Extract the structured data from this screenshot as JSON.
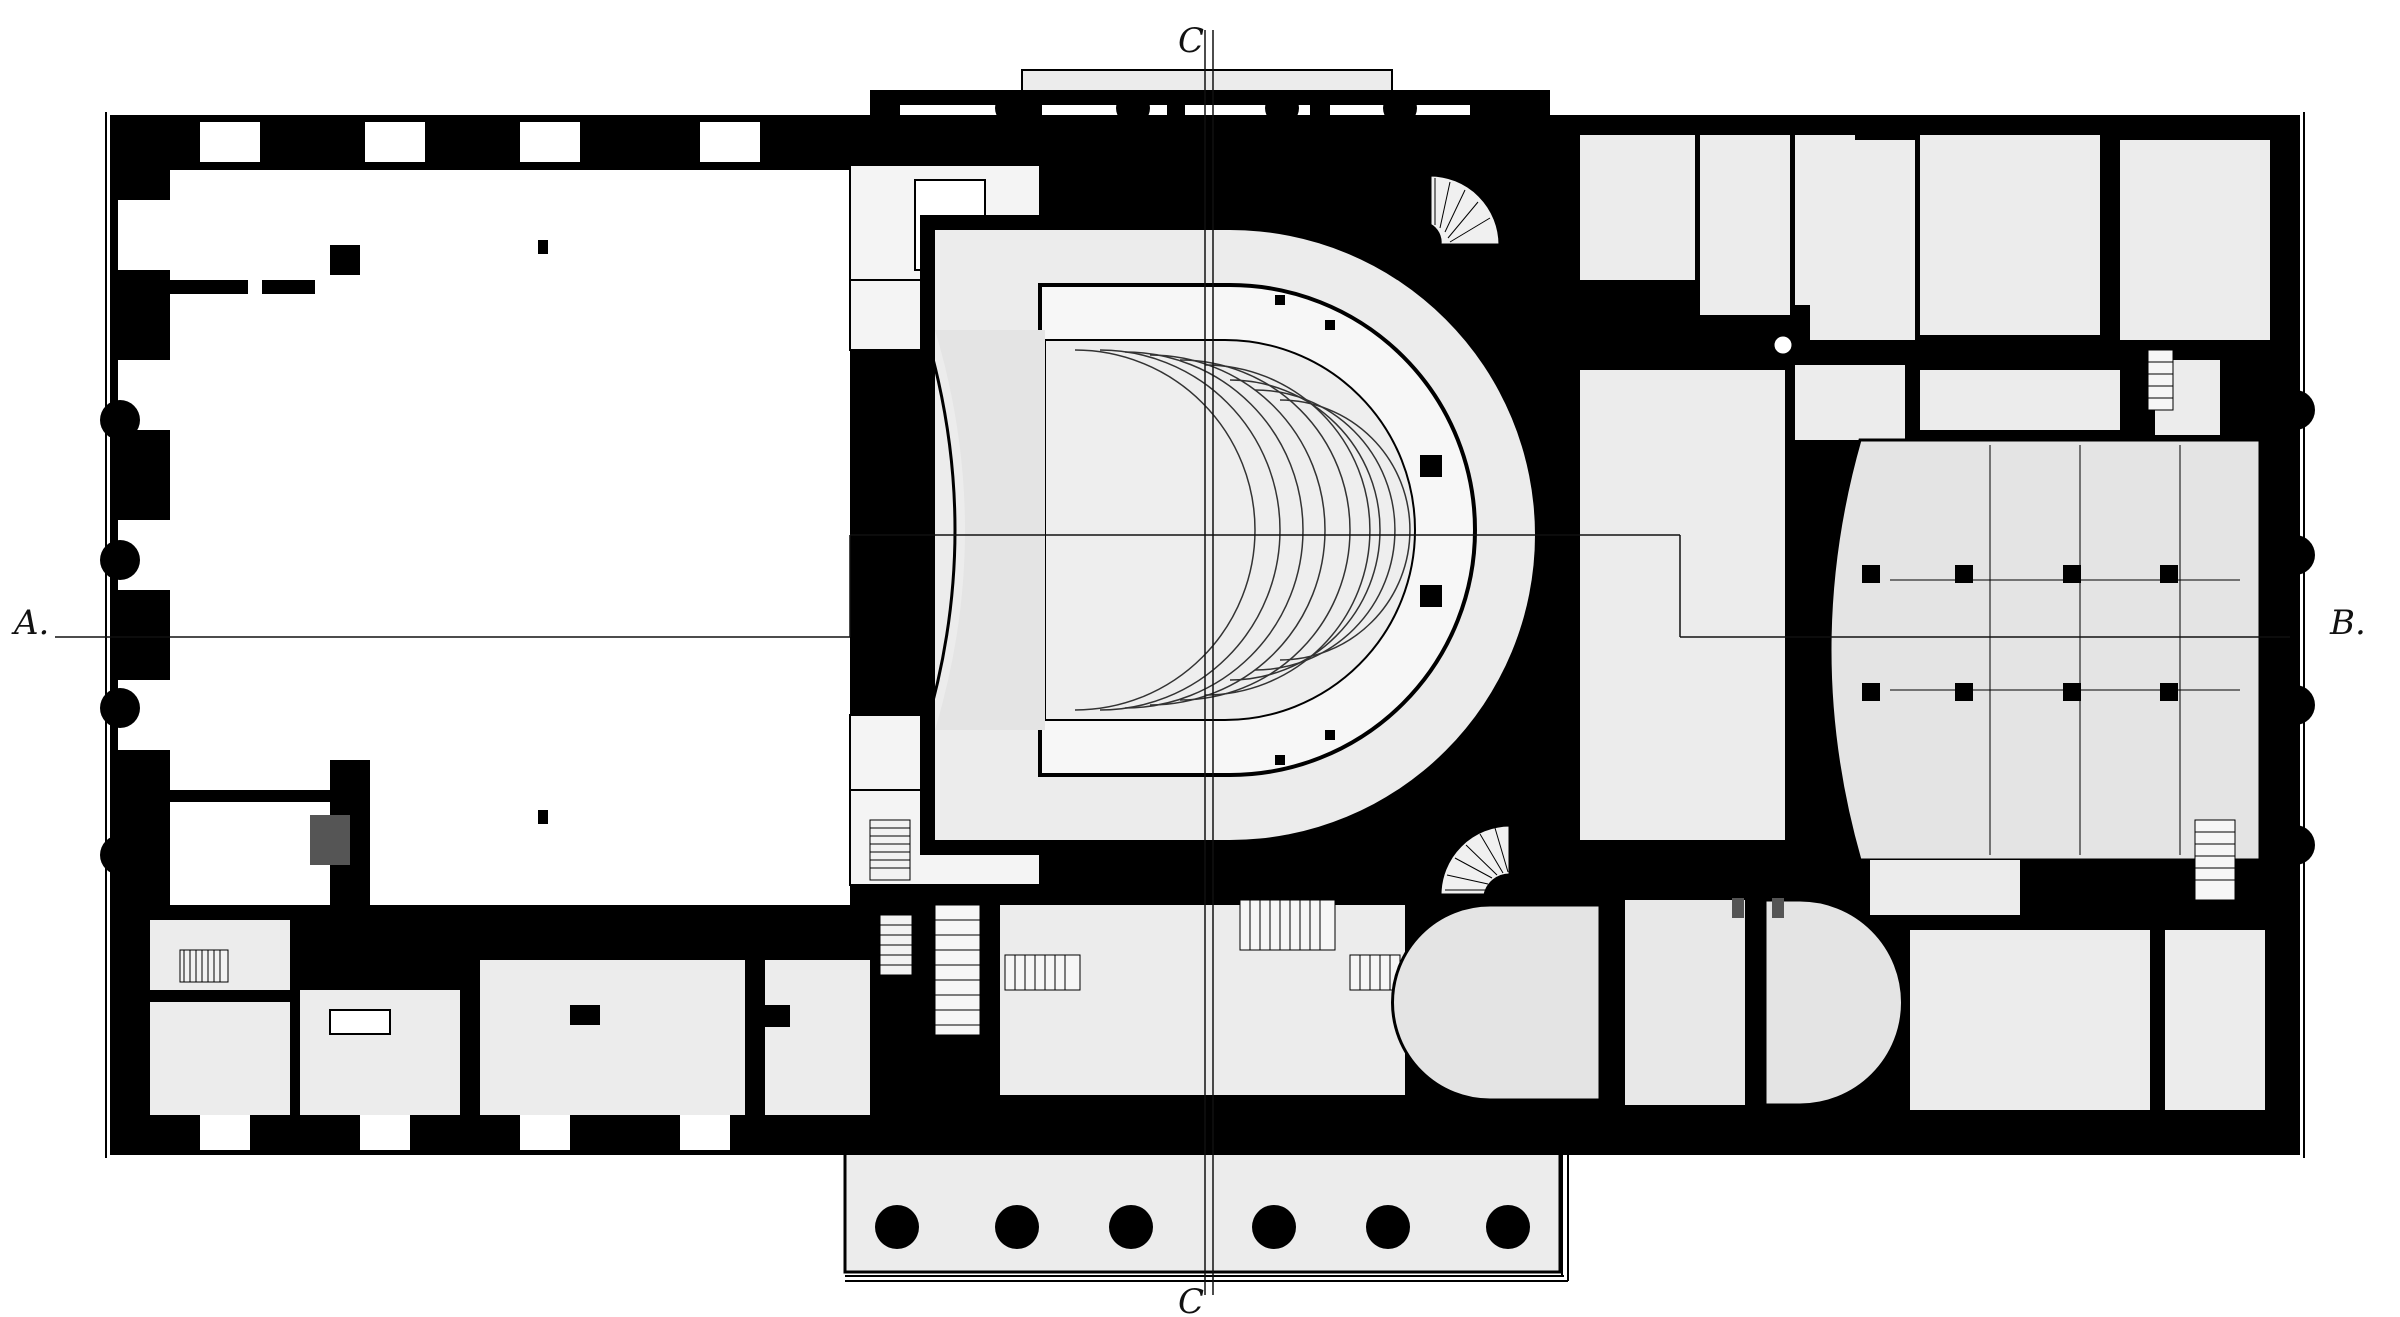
{
  "drawing": {
    "section_marks": {
      "west": "A.",
      "east": "B.",
      "north": "C",
      "south": "C"
    }
  },
  "colors": {
    "paper": "#ffffff",
    "wall": "#000000",
    "floor_wash": "#e6e6e6",
    "light_wash": "#f2f2f2",
    "line": "#1a1a1a",
    "shadow": "#555555"
  }
}
